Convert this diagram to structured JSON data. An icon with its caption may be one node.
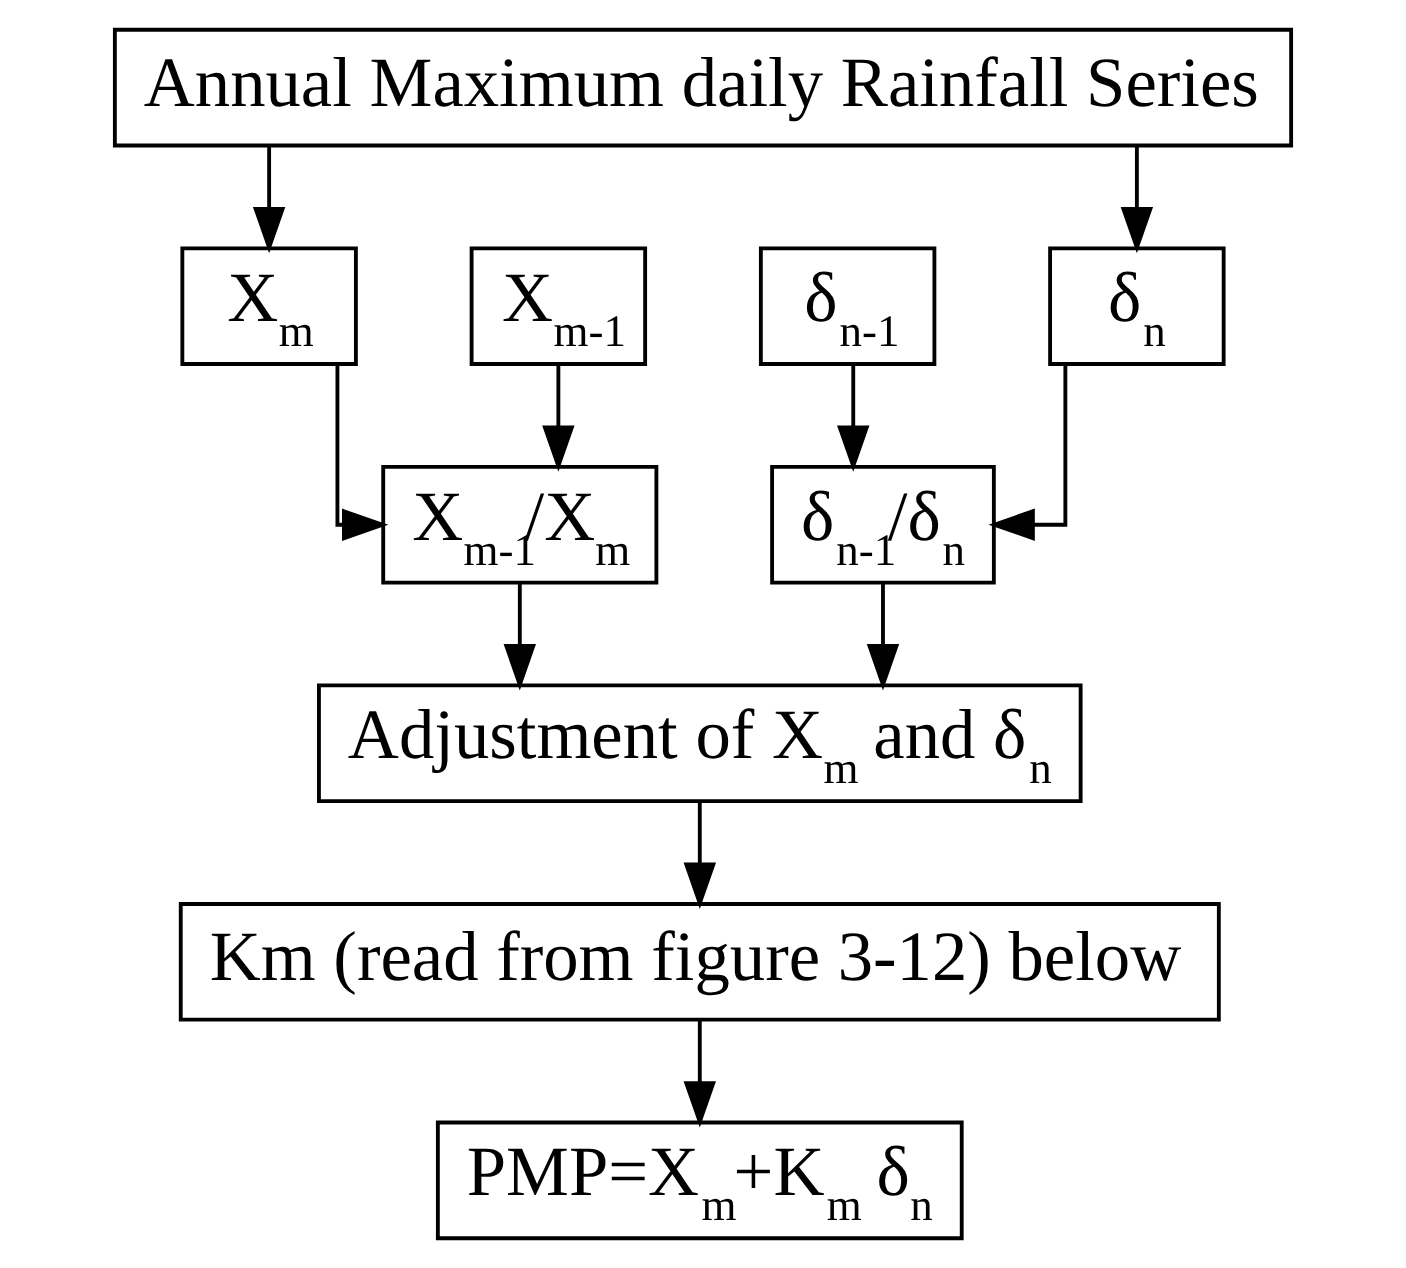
{
  "diagram": {
    "nodes": [
      {
        "text": [
          "Annual Maximum daily Rainfall Series"
        ]
      },
      {
        "text": [
          "X$_{m}$"
        ]
      },
      {
        "text": [
          "X$_{m-1}$"
        ]
      },
      {
        "text": [
          "δ$_{n-1}$"
        ]
      },
      {
        "text": [
          "δ$_{n}$"
        ]
      },
      {
        "text": [
          "X$_{m-1}$/X$_{m}$"
        ]
      },
      {
        "text": [
          "δ$_{n-1}$/δ$_{n}$"
        ]
      },
      {
        "text": [
          "Adjustment of X$_{m}$ and δ$_{n}$"
        ]
      },
      {
        "text": [
          "Km (read from figure 3-12) below"
        ]
      },
      {
        "text": [
          "PMP=X$_{m}$+K$_{m}$ δ$_{n}$"
        ]
      }
    ],
    "edges": [
      {
        "from": 0,
        "to": 1,
        "arrow": "to"
      },
      {
        "from": 0,
        "to": 4,
        "arrow": "to"
      },
      {
        "from": 1,
        "to": 5,
        "arrow": "to"
      },
      {
        "from": 2,
        "to": 5,
        "arrow": "to"
      },
      {
        "from": 3,
        "to": 6,
        "arrow": "to"
      },
      {
        "from": 4,
        "to": 6,
        "arrow": "to"
      },
      {
        "from": 5,
        "to": 7,
        "arrow": "to"
      },
      {
        "from": 6,
        "to": 7,
        "arrow": "to"
      },
      {
        "from": 7,
        "to": 8,
        "arrow": "to"
      },
      {
        "from": 8,
        "to": 9,
        "arrow": "to"
      }
    ]
  }
}
